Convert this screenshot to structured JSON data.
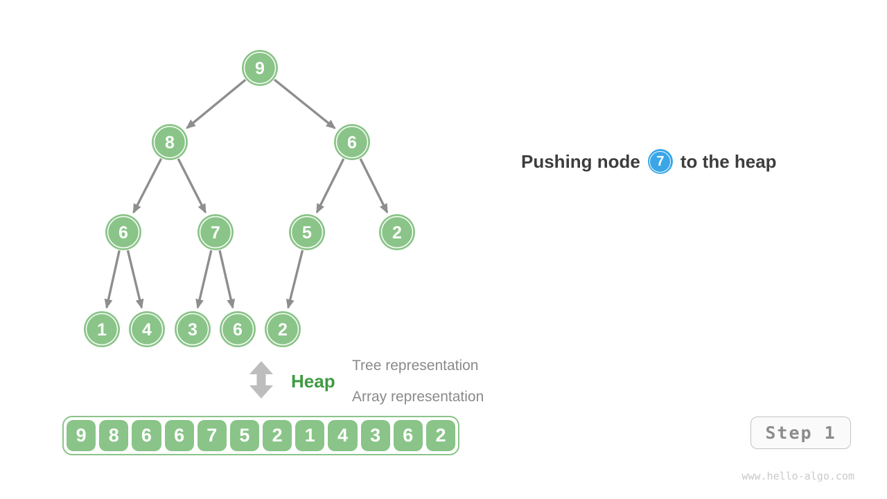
{
  "figure": {
    "caption": {
      "prefix": "Pushing node",
      "node_value": "7",
      "suffix": "to the heap"
    },
    "tree": {
      "values": [
        "9",
        "8",
        "6",
        "6",
        "7",
        "5",
        "2",
        "1",
        "4",
        "3",
        "6",
        "2"
      ],
      "edges": [
        [
          0,
          1
        ],
        [
          0,
          2
        ],
        [
          1,
          3
        ],
        [
          1,
          4
        ],
        [
          2,
          5
        ],
        [
          2,
          6
        ],
        [
          3,
          7
        ],
        [
          3,
          8
        ],
        [
          4,
          9
        ],
        [
          4,
          10
        ],
        [
          5,
          11
        ]
      ]
    },
    "array": {
      "values": [
        "9",
        "8",
        "6",
        "6",
        "7",
        "5",
        "2",
        "1",
        "4",
        "3",
        "6",
        "2"
      ]
    },
    "legend": {
      "heap_label": "Heap",
      "tree_label": "Tree representation",
      "array_label": "Array representation"
    },
    "step_button": {
      "label": "Step 1"
    },
    "watermark": "www.hello-algo.com",
    "colors": {
      "node_green": "#8ac488",
      "heap_green": "#3f9b42",
      "node_blue": "#3aa6e8",
      "edge_gray": "#8e8e8e",
      "text_dark": "#3d3d3d",
      "label_gray": "#8a8a8a"
    }
  }
}
